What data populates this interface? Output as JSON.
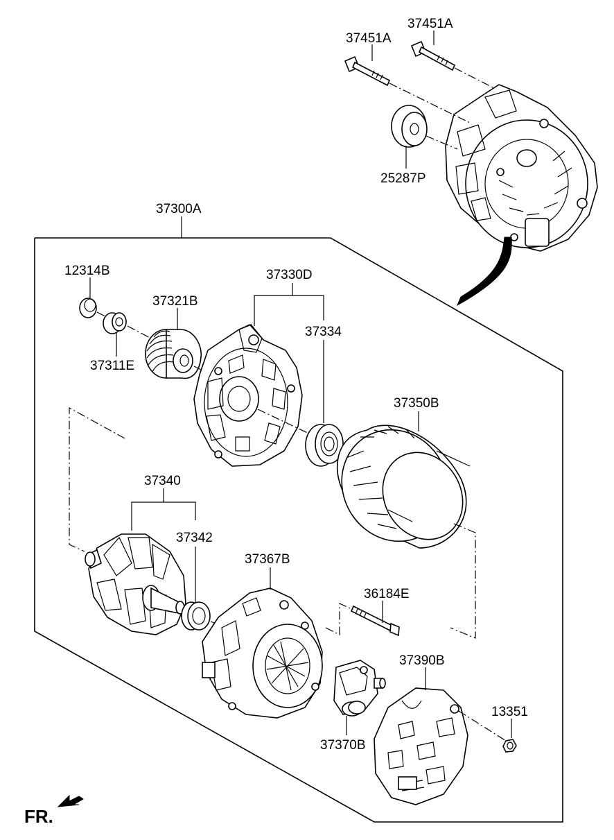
{
  "parts": {
    "bolt_a1": "37451A",
    "bolt_a2": "37451A",
    "pulley_top": "25287P",
    "assembly": "37300A",
    "cap": "12314B",
    "pulley": "37321B",
    "nut": "37311E",
    "front_bracket": "37330D",
    "bearing_front": "37334",
    "stator": "37350B",
    "rotor": "37340",
    "bearing_rear": "37342",
    "rear_bracket": "37367B",
    "through_bolt": "36184E",
    "cover": "37390B",
    "regulator": "37370B",
    "cover_nut": "13351"
  },
  "orientation": {
    "label": "FR."
  }
}
